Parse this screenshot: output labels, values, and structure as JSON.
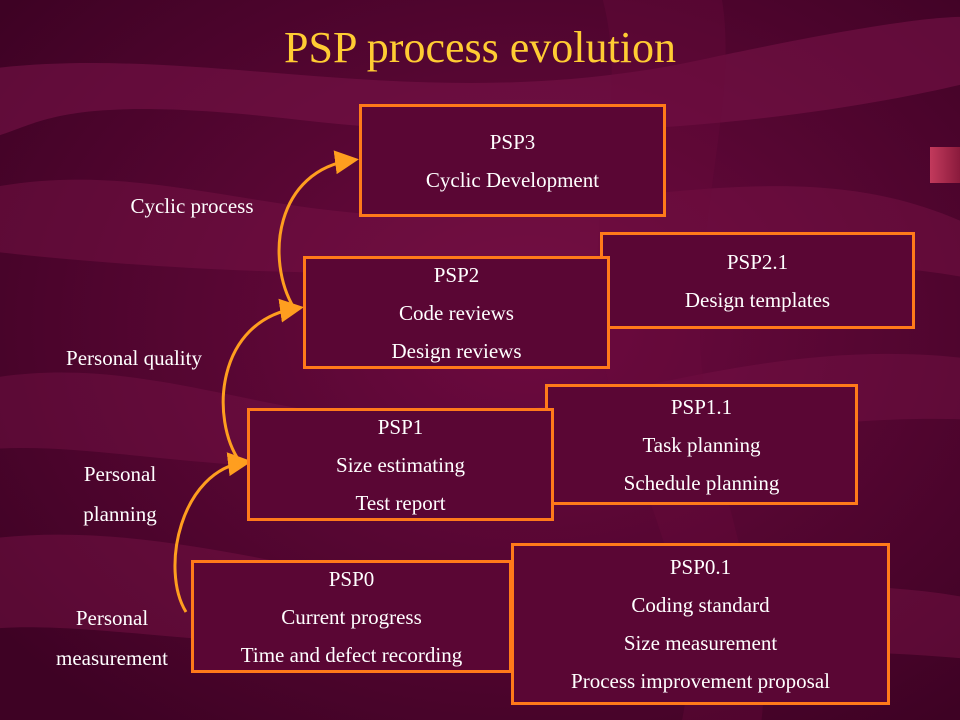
{
  "title": "PSP process evolution",
  "colors": {
    "background": "#5a0634",
    "title": "#ffcc33",
    "box_border": "#ff7a1a",
    "arrow": "#ff9e1f",
    "text": "#ffffff"
  },
  "stages": {
    "psp3": {
      "lines": [
        "PSP3",
        "Cyclic Development"
      ]
    },
    "psp2": {
      "lines": [
        "PSP2",
        "Code reviews",
        "Design reviews"
      ]
    },
    "psp2_1": {
      "lines": [
        "PSP2.1",
        "Design templates"
      ]
    },
    "psp1": {
      "lines": [
        "PSP1",
        "Size estimating",
        "Test report"
      ]
    },
    "psp1_1": {
      "lines": [
        "PSP1.1",
        "Task planning",
        "Schedule planning"
      ]
    },
    "psp0": {
      "lines": [
        "PSP0",
        "Current progress",
        "Time and defect recording"
      ]
    },
    "psp0_1": {
      "lines": [
        "PSP0.1",
        "Coding standard",
        "Size measurement",
        "Process improvement proposal"
      ]
    }
  },
  "levels": {
    "cyclic": [
      "Cyclic process"
    ],
    "quality": [
      "Personal quality"
    ],
    "planning": [
      "Personal",
      "planning"
    ],
    "measurement": [
      "Personal",
      "measurement"
    ]
  }
}
